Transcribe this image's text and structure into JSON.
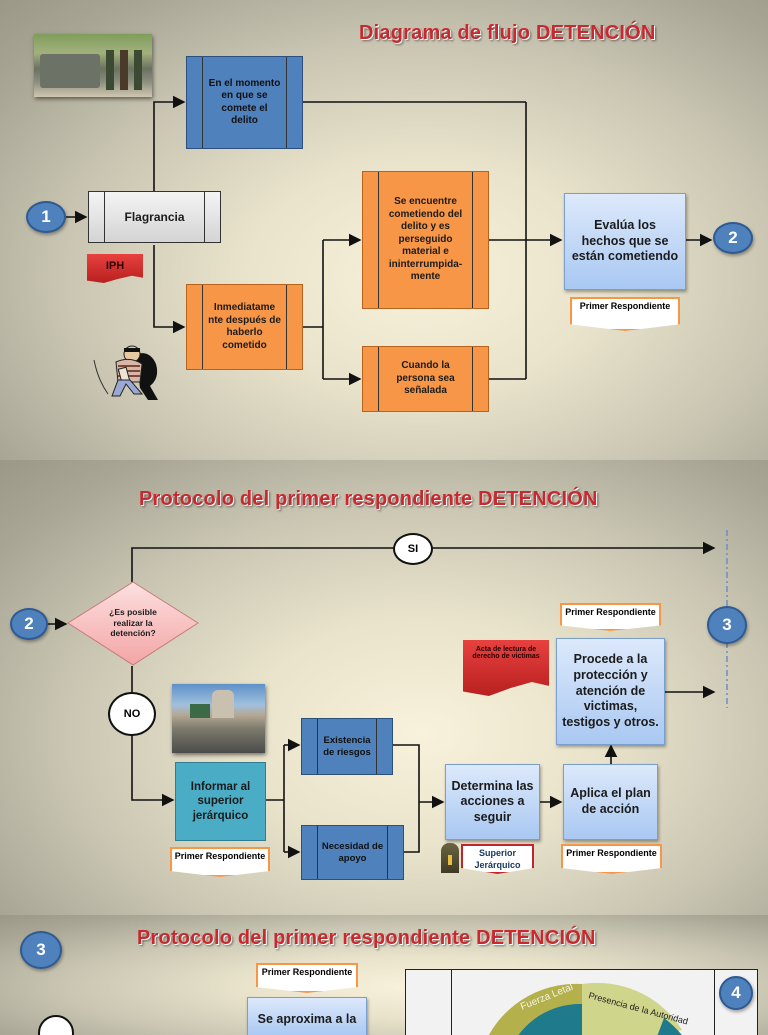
{
  "slide1": {
    "title": "Diagrama de flujo DETENCIÓN",
    "start_connector": "1",
    "end_connector": "2",
    "flagrancia": "Flagrancia",
    "iph": "IPH",
    "momento": "En el momento en que se comete el delito",
    "inmediatamente": "Inmediatame nte después de haberlo cometido",
    "encuentre": "Se encuentre cometiendo del delito y es perseguido material e ininterrumpida- mente",
    "senalada": "Cuando la persona sea señalada",
    "evalua": "Evalúa los hechos que se están cometiendo",
    "tag": "Primer Respondiente",
    "photo1": "soldiers-vehicle-photo",
    "clipart": "thief-clipart"
  },
  "slide2": {
    "title": "Protocolo del primer respondiente DETENCIÓN",
    "start_connector": "2",
    "end_connector": "3",
    "decision": "¿Es posible realizar la detención?",
    "si": "SI",
    "no": "NO",
    "informar": "Informar al superior jerárquico",
    "existencia": "Existencia de riesgos",
    "necesidad": "Necesidad de apoyo",
    "determina": "Determina las acciones a seguir",
    "aplica": "Aplica el plan de acción",
    "procede": "Procede a la protección y atención de victimas, testigos y otros.",
    "acta": "Acta de lectura de derecho de victimas",
    "tag_primer": "Primer Respondiente",
    "tag_superior": "Superior Jerárquico"
  },
  "slide3": {
    "title": "Protocolo del primer respondiente DETENCIÓN",
    "start_connector": "3",
    "tag": "Primer Respondiente",
    "aproxima": "Se aproxima a la",
    "wheel_label_1": "Fuerza Letal",
    "wheel_label_2": "Presencia de la Autoridad",
    "connector_4": "4"
  }
}
